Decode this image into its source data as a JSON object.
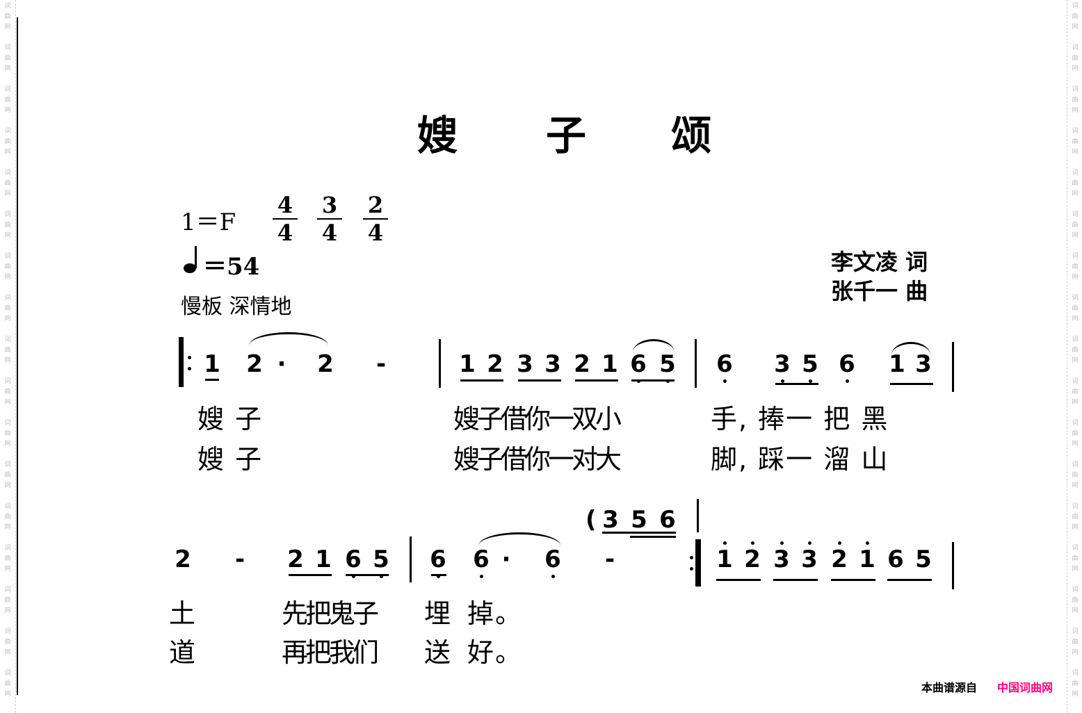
{
  "watermark": "词曲网",
  "title": [
    "嫂",
    "子",
    "颂"
  ],
  "key": "1＝F",
  "time_signatures": [
    [
      "4",
      "4"
    ],
    [
      "3",
      "4"
    ],
    [
      "2",
      "4"
    ]
  ],
  "tempo": "＝54",
  "expression": "慢板  深情地",
  "credits": {
    "lyricist": "李文凌 词",
    "composer": "张千一 曲"
  },
  "lines": [
    {
      "notes": [
        {
          "n": "1"
        },
        {
          "n": "2"
        },
        {
          "n": "·"
        },
        {
          "n": "2"
        },
        {
          "n": "-"
        },
        {
          "n": "1"
        },
        {
          "n": "2"
        },
        {
          "n": "3"
        },
        {
          "n": "3"
        },
        {
          "n": "2"
        },
        {
          "n": "1"
        },
        {
          "n": "6",
          "oct": -1
        },
        {
          "n": "5",
          "oct": -1
        },
        {
          "n": "6",
          "oct": -1
        },
        {
          "n": "3",
          "oct": -1
        },
        {
          "n": "5",
          "oct": -1
        },
        {
          "n": "6",
          "oct": -1
        },
        {
          "n": "1"
        },
        {
          "n": "3"
        }
      ],
      "lyrics": [
        [
          "嫂 子",
          "嫂子借你一双小",
          "手, 捧一 把 黑"
        ],
        [
          "嫂 子",
          "嫂子借你一对大",
          "脚, 踩一 溜 山"
        ]
      ]
    },
    {
      "intro": {
        "paren": "(",
        "notes": [
          "3",
          "5",
          "6"
        ]
      },
      "notes": [
        {
          "n": "2"
        },
        {
          "n": "-"
        },
        {
          "n": "2"
        },
        {
          "n": "1"
        },
        {
          "n": "6",
          "oct": -1
        },
        {
          "n": "5",
          "oct": -1
        },
        {
          "n": "6",
          "oct": -1
        },
        {
          "n": "6",
          "oct": -1
        },
        {
          "n": "·"
        },
        {
          "n": "6",
          "oct": -1
        },
        {
          "n": "-"
        },
        {
          "n": "1",
          "oct": 1
        },
        {
          "n": "2",
          "oct": 1
        },
        {
          "n": "3",
          "oct": 1
        },
        {
          "n": "3",
          "oct": 1
        },
        {
          "n": "2",
          "oct": 1
        },
        {
          "n": "1",
          "oct": 1
        },
        {
          "n": "6"
        },
        {
          "n": "5"
        }
      ],
      "lyrics": [
        [
          "土",
          "先把鬼子",
          "埋",
          "掉。"
        ],
        [
          "道",
          "再把我们",
          "送",
          "好。"
        ]
      ]
    }
  ],
  "footer": {
    "source": "本曲谱源自",
    "site": "中国词曲网",
    "site_color": "#ff0080"
  }
}
